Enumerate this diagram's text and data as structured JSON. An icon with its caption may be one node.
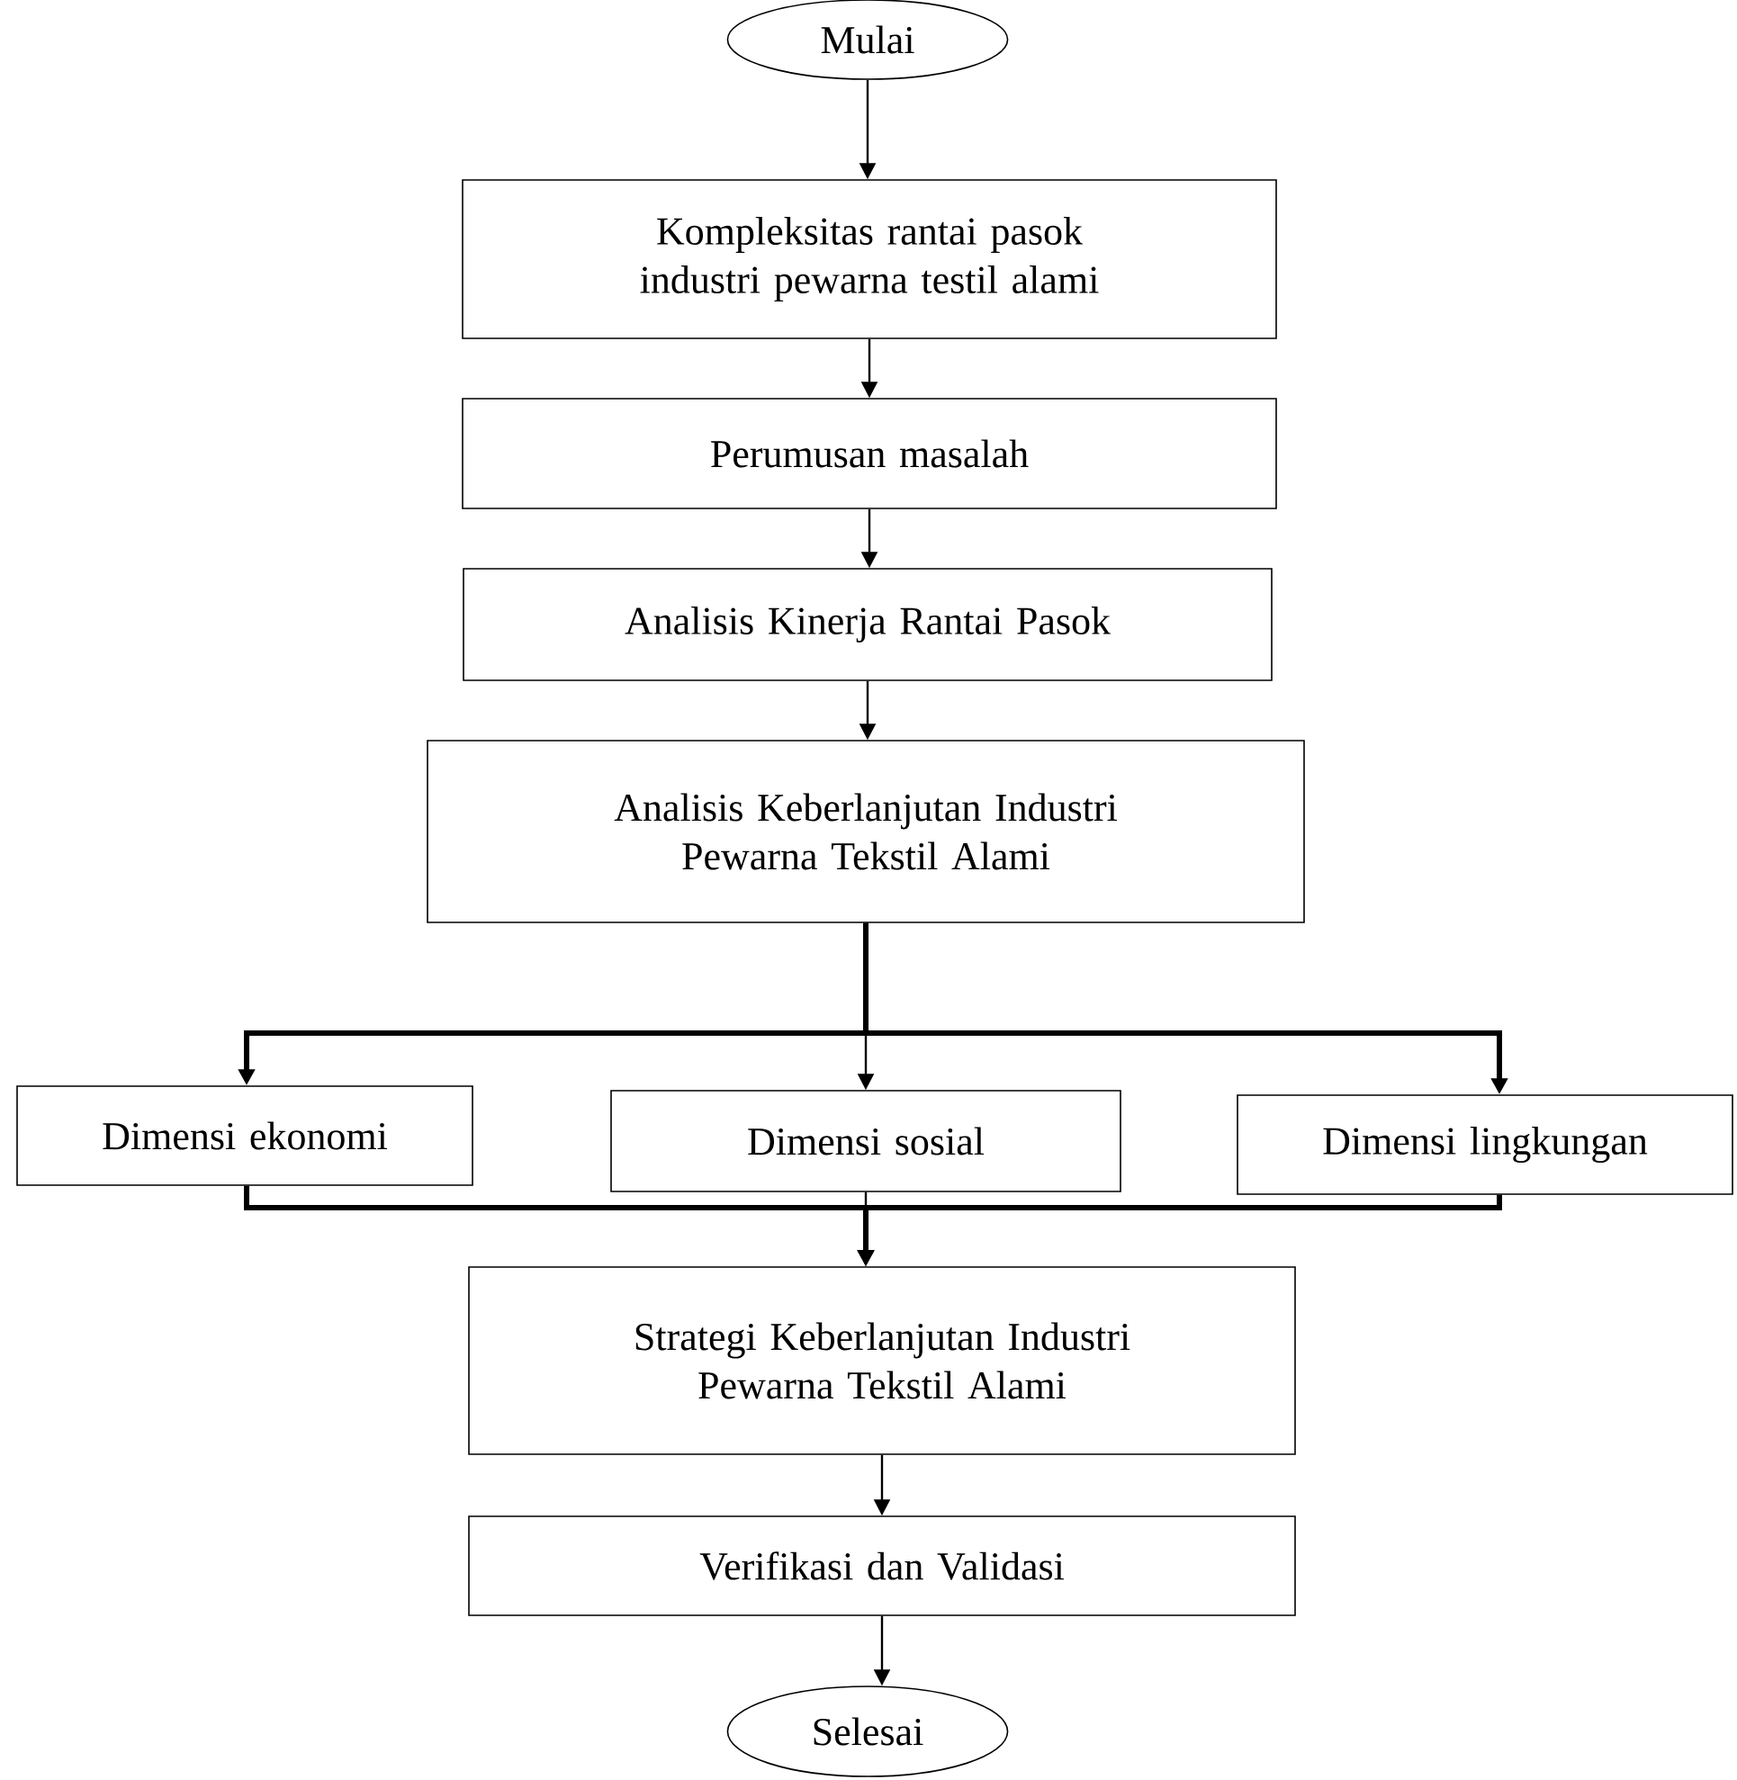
{
  "diagram": {
    "nodes": [
      {
        "text": [
          "Mulai"
        ]
      },
      {
        "text": [
          "Kompleksitas rantai pasok industri pewarna testil alami"
        ]
      },
      {
        "text": [
          "Perumusan masalah"
        ]
      },
      {
        "text": [
          "Analisis Kinerja Rantai Pasok"
        ]
      },
      {
        "text": [
          "Analisis Keberlanjutan Industri Pewarna Tekstil Alami"
        ]
      },
      {
        "text": [
          "Dimensi ekonomi"
        ]
      },
      {
        "text": [
          "Dimensi sosial"
        ]
      },
      {
        "text": [
          "Dimensi lingkungan"
        ]
      },
      {
        "text": [
          "Strategi Keberlanjutan Industri Pewarna Tekstil Alami"
        ]
      },
      {
        "text": [
          "Verifikasi dan Validasi"
        ]
      },
      {
        "text": [
          "Selesai"
        ]
      }
    ],
    "edges": [
      {
        "from": 0,
        "to": 1,
        "arrow": "to"
      },
      {
        "from": 1,
        "to": 2,
        "arrow": "to"
      },
      {
        "from": 2,
        "to": 3,
        "arrow": "to"
      },
      {
        "from": 3,
        "to": 4,
        "arrow": "to"
      },
      {
        "from": 4,
        "to": 5,
        "arrow": "to",
        "style": "thick"
      },
      {
        "from": 4,
        "to": 6,
        "arrow": "to"
      },
      {
        "from": 4,
        "to": 7,
        "arrow": "to",
        "style": "thick"
      },
      {
        "from": 5,
        "to": 8,
        "arrow": "to",
        "style": "thick"
      },
      {
        "from": 6,
        "to": 8,
        "arrow": "to"
      },
      {
        "from": 7,
        "to": 8,
        "arrow": "to",
        "style": "thick"
      },
      {
        "from": 8,
        "to": 9,
        "arrow": "to"
      },
      {
        "from": 9,
        "to": 10,
        "arrow": "to"
      }
    ]
  }
}
